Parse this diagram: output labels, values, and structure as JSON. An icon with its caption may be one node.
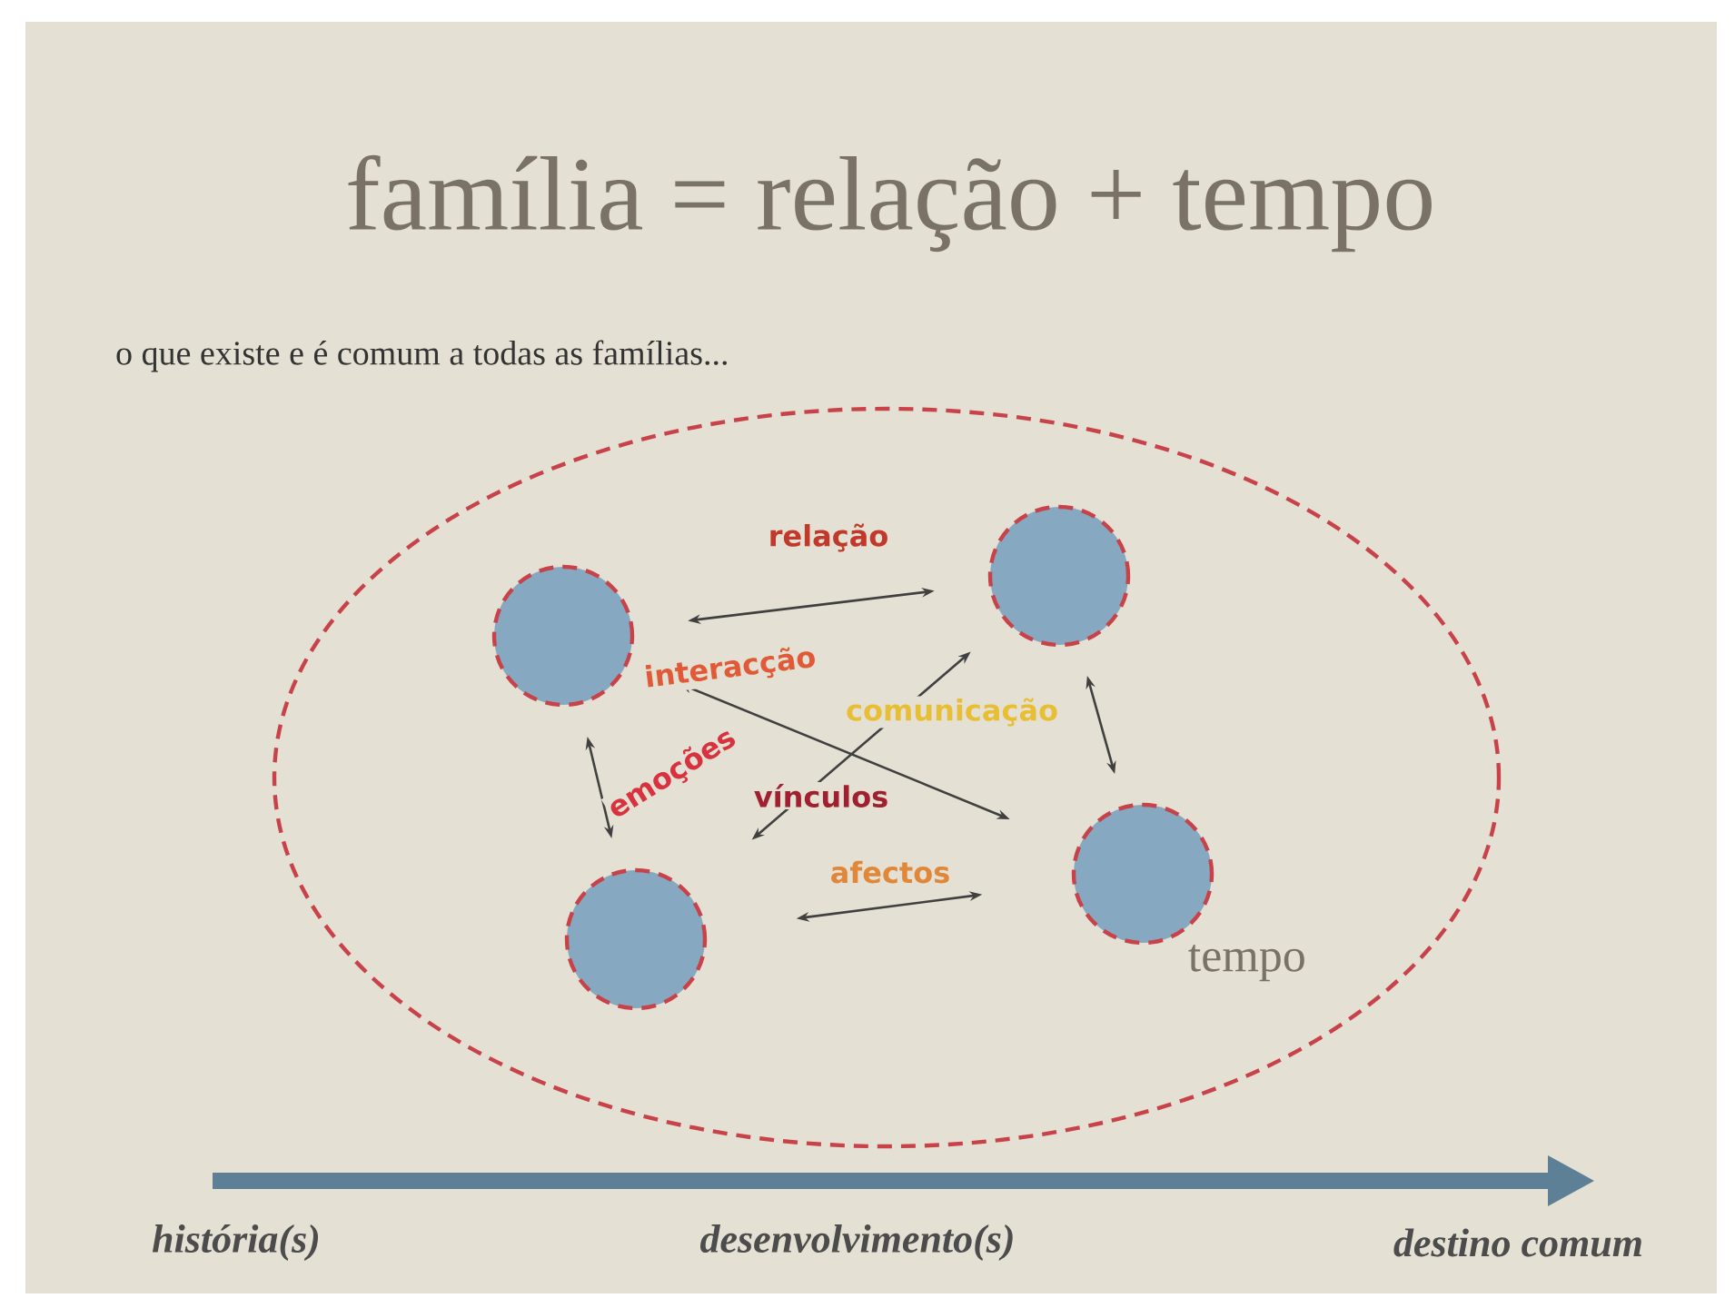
{
  "diagram": {
    "title": "família = relação + tempo",
    "nodes": [
      {
        "text": [
          "tempo"
        ]
      },
      {
        "text": [],
        "shape": "circle",
        "in": 0
      },
      {
        "text": [],
        "shape": "circle",
        "in": 0
      },
      {
        "text": [],
        "shape": "circle",
        "in": 0
      },
      {
        "text": [],
        "shape": "circle",
        "in": 0
      }
    ],
    "edges": [
      {
        "from": 1,
        "to": 2,
        "arrow": "both",
        "label": "relação"
      },
      {
        "from": 1,
        "to": 3,
        "arrow": "both",
        "label": "emoções"
      },
      {
        "from": 2,
        "to": 4,
        "arrow": "both"
      },
      {
        "from": 3,
        "to": 4,
        "arrow": "both",
        "label": "afectos"
      },
      {
        "from": 4,
        "to": 1,
        "arrow": "both",
        "label": "interacção"
      },
      {
        "from": 2,
        "to": 3,
        "arrow": "both",
        "label": "comunicação"
      }
    ],
    "labels": [
      "o que existe e é comum a todas as famílias...",
      "vínculos",
      "história(s)",
      "desenvolvimento(s)",
      "destino comum"
    ]
  }
}
